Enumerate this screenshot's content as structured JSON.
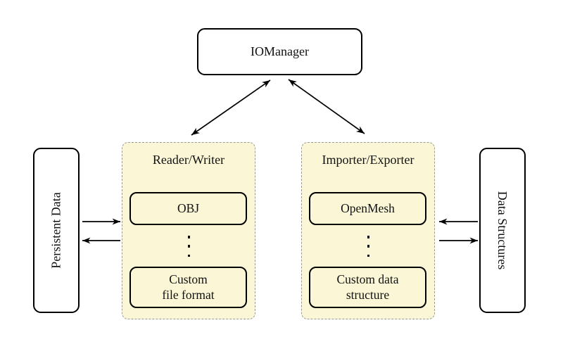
{
  "diagram": {
    "nodes": {
      "iomanager": {
        "label": "IOManager"
      },
      "persistent_data": {
        "label": "Persistent Data"
      },
      "data_structures": {
        "label": "Data Structures"
      },
      "reader_writer": {
        "label": "Reader/Writer",
        "items": [
          {
            "lines": [
              "OBJ"
            ]
          },
          {
            "lines": [
              "Custom",
              "file format"
            ]
          }
        ]
      },
      "importer_exporter": {
        "label": "Importer/Exporter",
        "items": [
          {
            "lines": [
              "OpenMesh"
            ]
          },
          {
            "lines": [
              "Custom data",
              "structure"
            ]
          }
        ]
      }
    },
    "icons": {
      "reader_writer_ellipsis": "vertical-dots",
      "importer_exporter_ellipsis": "vertical-dots"
    },
    "connections": [
      {
        "from": "iomanager",
        "to": "reader_writer",
        "direction": "both"
      },
      {
        "from": "iomanager",
        "to": "importer_exporter",
        "direction": "both"
      },
      {
        "from": "persistent_data",
        "to": "reader_writer",
        "direction": "to"
      },
      {
        "from": "reader_writer",
        "to": "persistent_data",
        "direction": "to"
      },
      {
        "from": "data_structures",
        "to": "importer_exporter",
        "direction": "to"
      },
      {
        "from": "importer_exporter",
        "to": "data_structures",
        "direction": "to"
      }
    ],
    "colors": {
      "background": "#FFFFFF",
      "group_fill": "#FBF7D6",
      "group_border": "#9B9B9B",
      "node_fill": "#FFFFFF",
      "node_border": "#000000",
      "arrow": "#000000",
      "text": "#111111"
    }
  }
}
